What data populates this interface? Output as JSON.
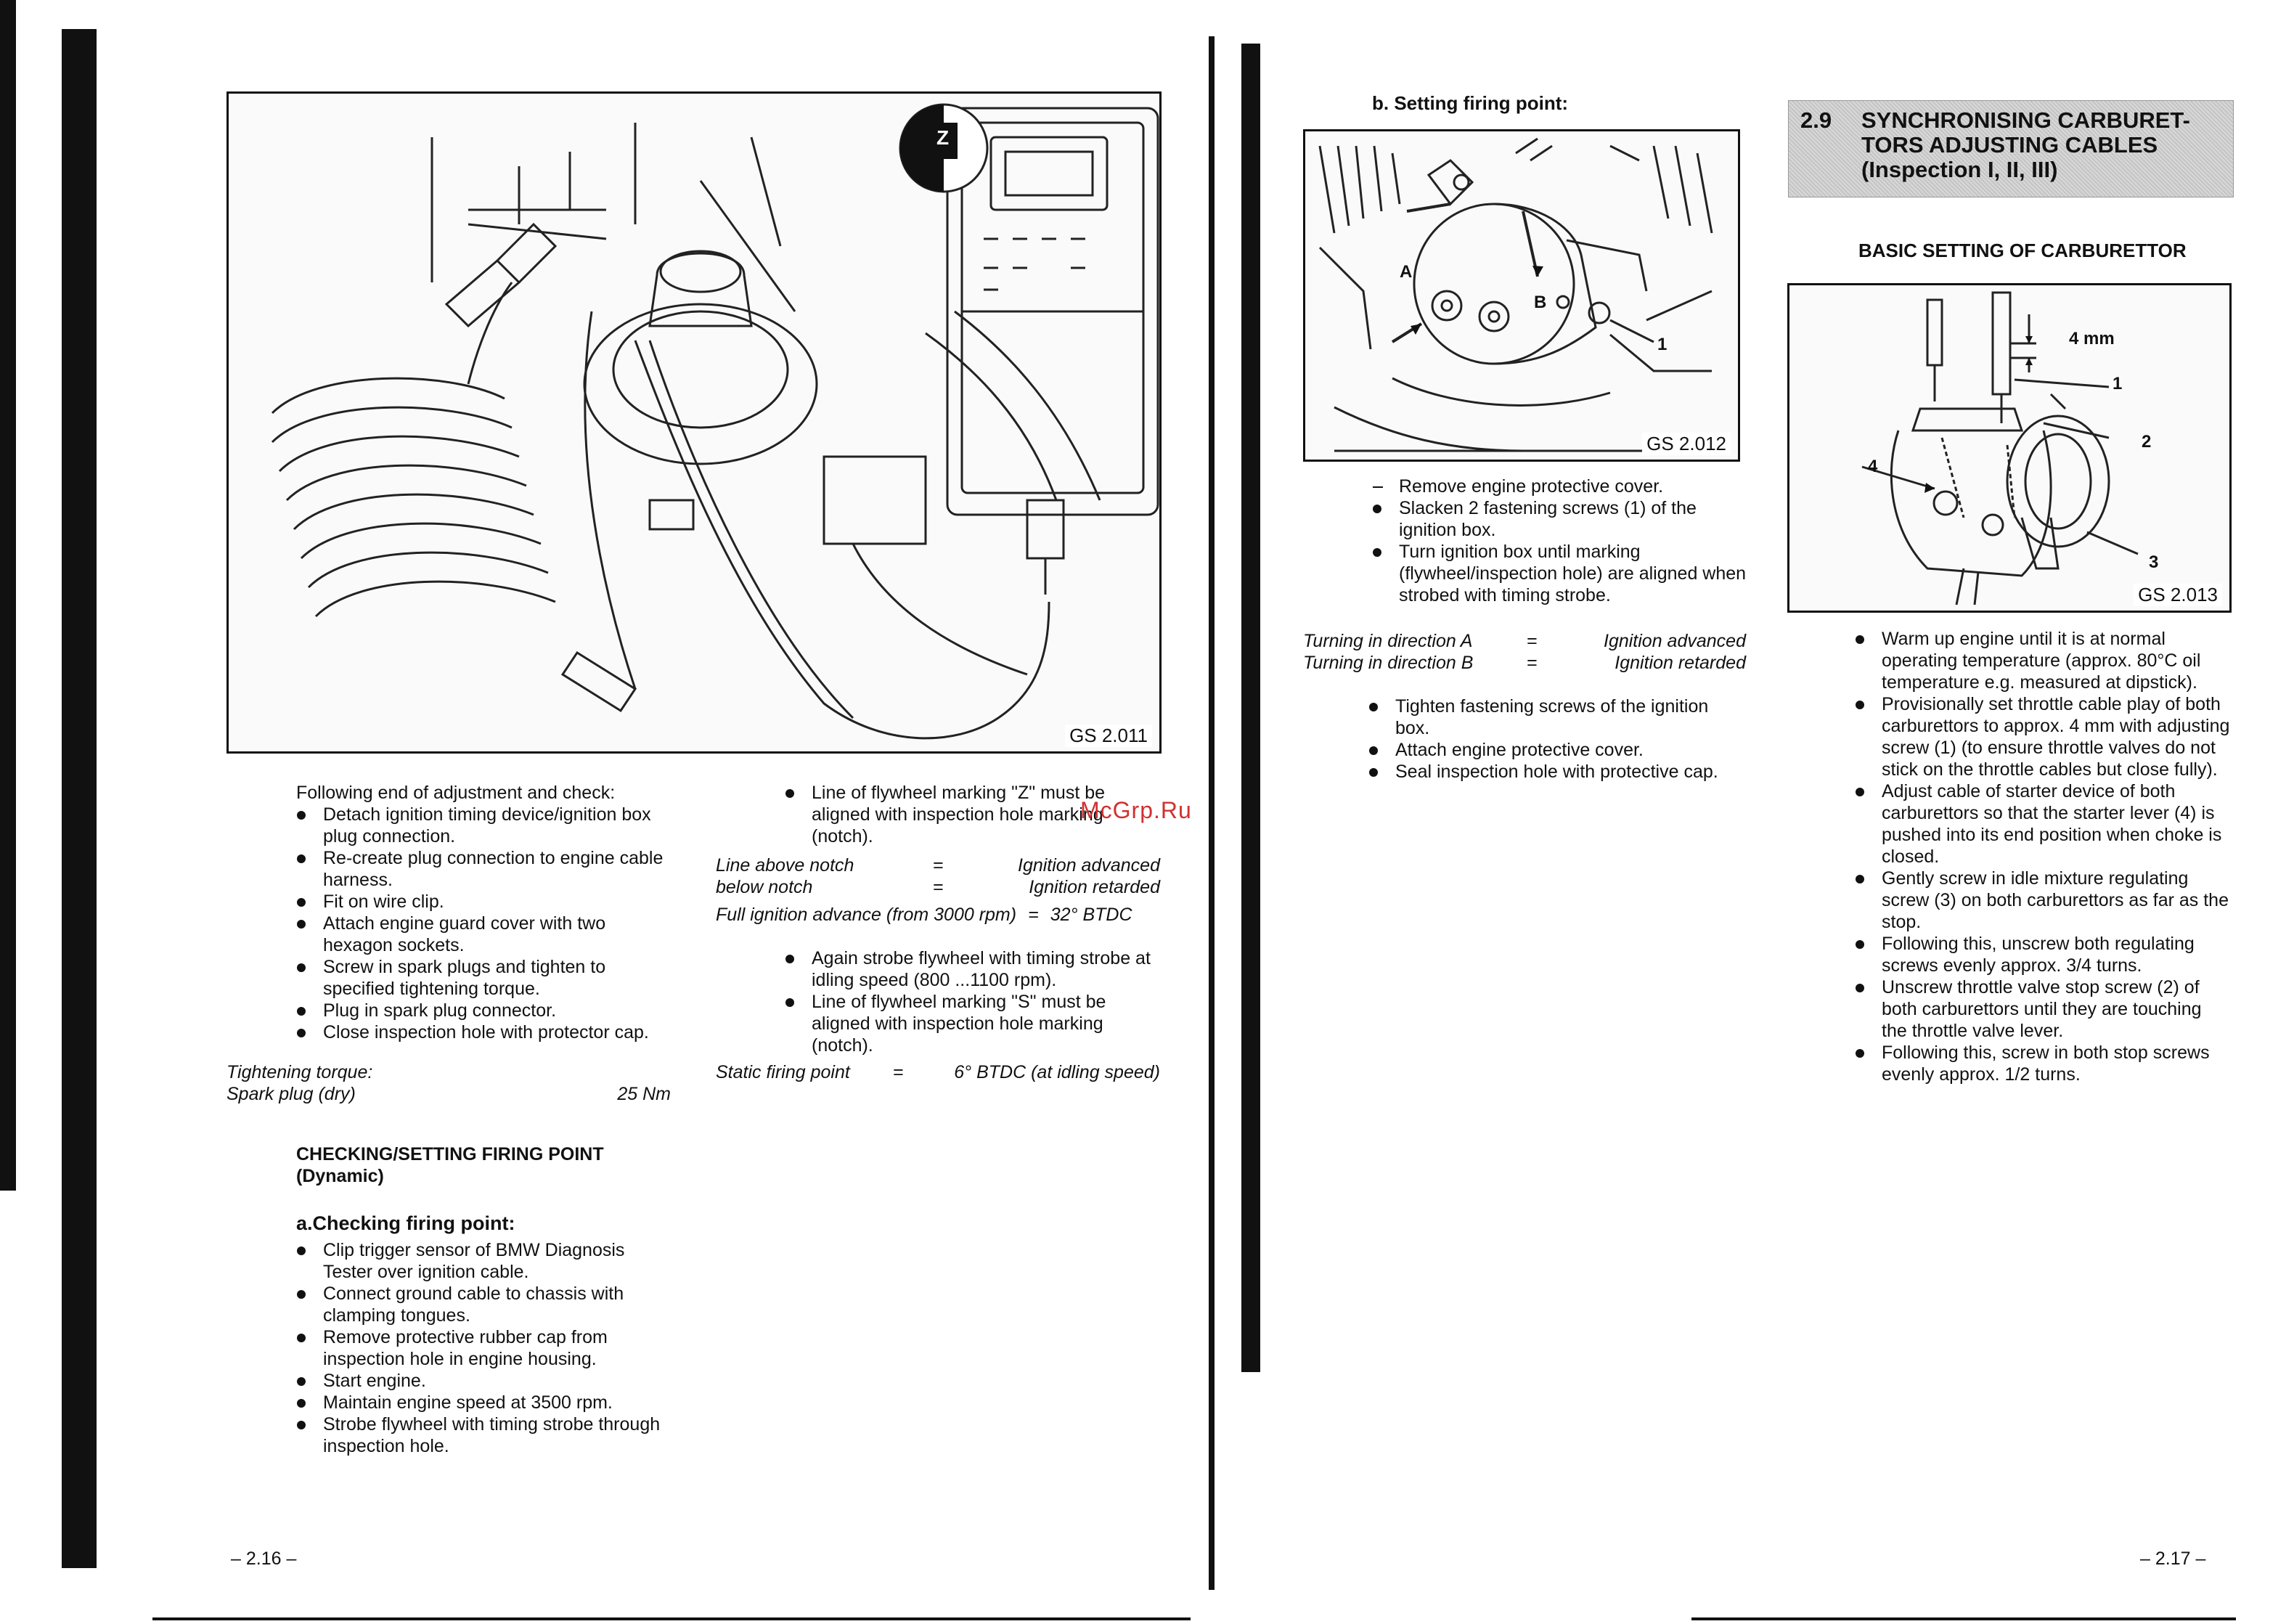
{
  "left_page": {
    "figure_caption": "GS 2.011",
    "figure_marker": "Z",
    "followup_heading": "Following end of adjustment and check:",
    "followup_items": [
      "Detach ignition timing device/ignition box plug connection.",
      "Re-create plug connection to engine cable harness.",
      "Fit on wire clip.",
      "Attach engine guard cover with two hexagon sockets.",
      "Screw in spark plugs and tighten to specified tightening torque.",
      "Plug in spark plug connector.",
      "Close inspection hole with protector cap."
    ],
    "torque_label": "Tightening torque:",
    "torque_item": "Spark plug (dry)",
    "torque_value": "25 Nm",
    "checking_heading_line1": "CHECKING/SETTING FIRING POINT",
    "checking_heading_line2": "(Dynamic)",
    "sub_heading_a": "a.Checking firing point:",
    "checking_items": [
      "Clip trigger sensor of BMW Diagnosis Tester over ignition cable.",
      "Connect ground cable to chassis with clamping tongues.",
      "Remove protective rubber cap from inspection hole in engine housing.",
      "Start engine.",
      "Maintain engine speed at 3500 rpm.",
      "Strobe flywheel with timing strobe through inspection hole."
    ],
    "col2_items_1": [
      "Line of flywheel marking \"Z\" must be aligned with inspection hole marking (notch)."
    ],
    "line_above_label": "Line above notch",
    "line_above_eq": "=",
    "line_above_value": "Ignition advanced",
    "line_below_label": "below notch",
    "line_below_eq": "=",
    "line_below_value": "Ignition retarded",
    "full_advance_label": "Full ignition advance (from 3000 rpm)",
    "full_advance_eq": "=",
    "full_advance_value": "32° BTDC",
    "col2_items_2": [
      "Again strobe flywheel with timing strobe at idling speed (800 ...1100 rpm).",
      "Line of flywheel marking \"S\" must be aligned with inspection hole marking (notch)."
    ],
    "static_label": "Static firing point",
    "static_eq": "=",
    "static_value": "6° BTDC (at idling speed)",
    "watermark": "McGrp.Ru",
    "page_number": "– 2.16 –"
  },
  "right_page": {
    "sub_heading_b": "b. Setting firing point:",
    "figure_caption": "GS 2.012",
    "figure_labels": {
      "a": "A",
      "b": "B",
      "one": "1"
    },
    "setting_dash_item": "Remove engine protective cover.",
    "setting_items": [
      "Slacken 2 fastening screws (1) of the ignition box.",
      "Turn ignition box until marking (flywheel/inspection hole) are aligned when strobed with timing strobe."
    ],
    "turn_a_label": "Turning in direction A",
    "turn_a_eq": "=",
    "turn_a_value": "Ignition advanced",
    "turn_b_label": "Turning in direction B",
    "turn_b_eq": "=",
    "turn_b_value": "Ignition retarded",
    "final_items": [
      "Tighten fastening screws of the ignition box.",
      "Attach engine protective cover.",
      "Seal inspection hole with protective cap."
    ],
    "section_number": "2.9",
    "section_title_line1": "SYNCHRONISING CARBURET-",
    "section_title_line2": "TORS ADJUSTING CABLES",
    "section_title_line3": "(Inspection I, II, III)",
    "basic_setting_heading": "BASIC SETTING OF CARBURETTOR",
    "carb_figure_caption": "GS 2.013",
    "carb_labels": {
      "mm": "4 mm",
      "one": "1",
      "two": "2",
      "three": "3",
      "four": "4"
    },
    "carb_items": [
      "Warm up engine until it is at normal operating temperature (approx. 80°C oil temperature e.g. measured at dipstick).",
      "Provisionally set throttle cable play of both carburettors to approx. 4 mm with adjusting screw (1) (to ensure throttle valves do not stick on the throttle cables but close fully).",
      "Adjust cable of starter device of both carburettors so that the starter lever (4) is pushed into its end position when choke is closed.",
      "Gently screw in idle mixture regulating screw (3) on both carburettors as far as the stop.",
      "Following this, unscrew both regulating screws evenly approx. 3/4 turns.",
      "Unscrew throttle valve stop screw (2) of both carburettors until they are touching the throttle valve lever.",
      "Following this, screw in both stop screws evenly approx. 1/2 turns."
    ],
    "page_number": "– 2.17 –"
  }
}
